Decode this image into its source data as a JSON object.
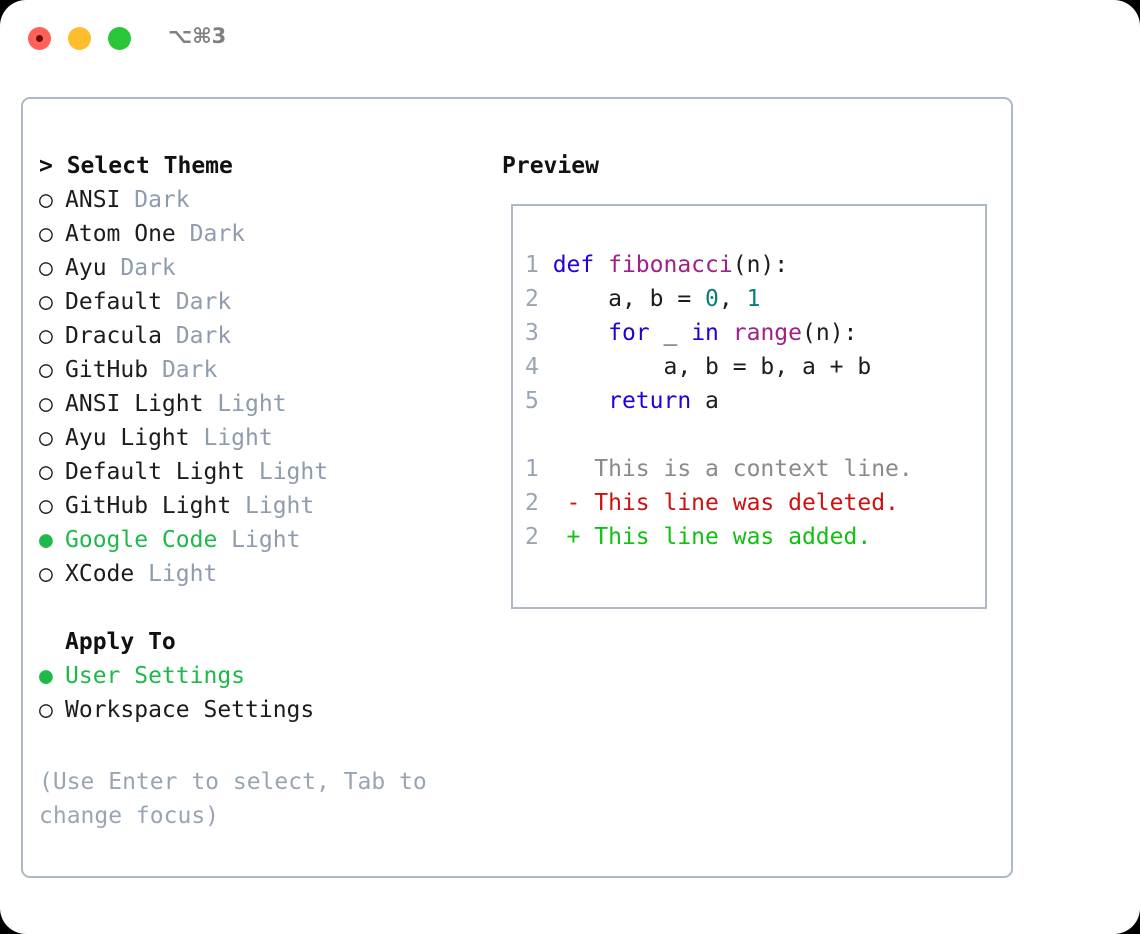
{
  "window": {
    "shortcut": "⌥⌘3",
    "traffic_lights": [
      "close-button",
      "minimize-button",
      "maximize-button"
    ]
  },
  "theme_picker": {
    "heading": "Select Theme",
    "heading_prefix": "> ",
    "bullet_unselected": "○",
    "bullet_selected": "●",
    "items": [
      {
        "name": "ANSI",
        "variant": "Dark",
        "selected": false
      },
      {
        "name": "Atom One",
        "variant": "Dark",
        "selected": false
      },
      {
        "name": "Ayu",
        "variant": "Dark",
        "selected": false
      },
      {
        "name": "Default",
        "variant": "Dark",
        "selected": false
      },
      {
        "name": "Dracula",
        "variant": "Dark",
        "selected": false
      },
      {
        "name": "GitHub",
        "variant": "Dark",
        "selected": false
      },
      {
        "name": "ANSI Light",
        "variant": "Light",
        "selected": false
      },
      {
        "name": "Ayu Light",
        "variant": "Light",
        "selected": false
      },
      {
        "name": "Default Light",
        "variant": "Light",
        "selected": false
      },
      {
        "name": "GitHub Light",
        "variant": "Light",
        "selected": false
      },
      {
        "name": "Google Code",
        "variant": "Light",
        "selected": true
      },
      {
        "name": "XCode",
        "variant": "Light",
        "selected": false
      }
    ]
  },
  "apply_to": {
    "heading": "Apply To",
    "items": [
      {
        "name": "User Settings",
        "selected": true
      },
      {
        "name": "Workspace Settings",
        "selected": false
      }
    ]
  },
  "hint": "(Use Enter to select, Tab to change focus)",
  "preview": {
    "title": "Preview",
    "code_lines": [
      {
        "number": "1",
        "tokens": [
          {
            "t": "def ",
            "c": "kw"
          },
          {
            "t": "fibonacci",
            "c": "fn"
          },
          {
            "t": "(n):",
            "c": "pl"
          }
        ]
      },
      {
        "number": "2",
        "tokens": [
          {
            "t": "    a, b = ",
            "c": "pl"
          },
          {
            "t": "0",
            "c": "num"
          },
          {
            "t": ", ",
            "c": "pl"
          },
          {
            "t": "1",
            "c": "num"
          }
        ]
      },
      {
        "number": "3",
        "tokens": [
          {
            "t": "    ",
            "c": "pl"
          },
          {
            "t": "for",
            "c": "kw"
          },
          {
            "t": " _ ",
            "c": "pl"
          },
          {
            "t": "in",
            "c": "kw"
          },
          {
            "t": " ",
            "c": "pl"
          },
          {
            "t": "range",
            "c": "fn"
          },
          {
            "t": "(n):",
            "c": "pl"
          }
        ]
      },
      {
        "number": "4",
        "tokens": [
          {
            "t": "        a, b = b, a + b",
            "c": "pl"
          }
        ]
      },
      {
        "number": "5",
        "tokens": [
          {
            "t": "    ",
            "c": "pl"
          },
          {
            "t": "return",
            "c": "kw"
          },
          {
            "t": " a",
            "c": "pl"
          }
        ]
      }
    ],
    "diff_lines": [
      {
        "number": "1",
        "marker": "  ",
        "text": "This is a context line.",
        "kind": "ctx"
      },
      {
        "number": "2",
        "marker": "- ",
        "text": "This line was deleted.",
        "kind": "del"
      },
      {
        "number": "2",
        "marker": "+ ",
        "text": "This line was added.",
        "kind": "add"
      }
    ]
  },
  "colors": {
    "accent_green": "#1eb94a",
    "muted": "#8e9cad",
    "border": "#aeb8c6",
    "keyword": "#2400d8",
    "function": "#a0208a",
    "number": "#0a7c7c",
    "deleted": "#cc1111",
    "added": "#12c012",
    "context": "#8a8a8a",
    "traffic_close": "#ff6058",
    "traffic_min": "#ffbd2e",
    "traffic_max": "#2ac63a"
  }
}
